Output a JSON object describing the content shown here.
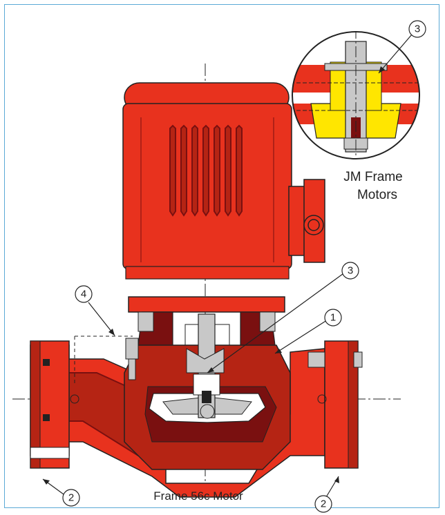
{
  "colors": {
    "border": "#5aa9d6",
    "pump_red": "#e8321e",
    "pump_dark": "#b52414",
    "cut_dark": "#7a1010",
    "seal_yellow": "#ffe600",
    "metal_grey": "#c8c8c8",
    "line": "#222222"
  },
  "callouts": [
    {
      "id": "c1",
      "text": "1"
    },
    {
      "id": "c2a",
      "text": "2"
    },
    {
      "id": "c2b",
      "text": "2"
    },
    {
      "id": "c3a",
      "text": "3"
    },
    {
      "id": "c3b",
      "text": "3"
    },
    {
      "id": "c4",
      "text": "4"
    }
  ],
  "labels": {
    "inset_line1": "JM Frame",
    "inset_line2": "Motors",
    "bottom": "Frame 56c Motor"
  }
}
